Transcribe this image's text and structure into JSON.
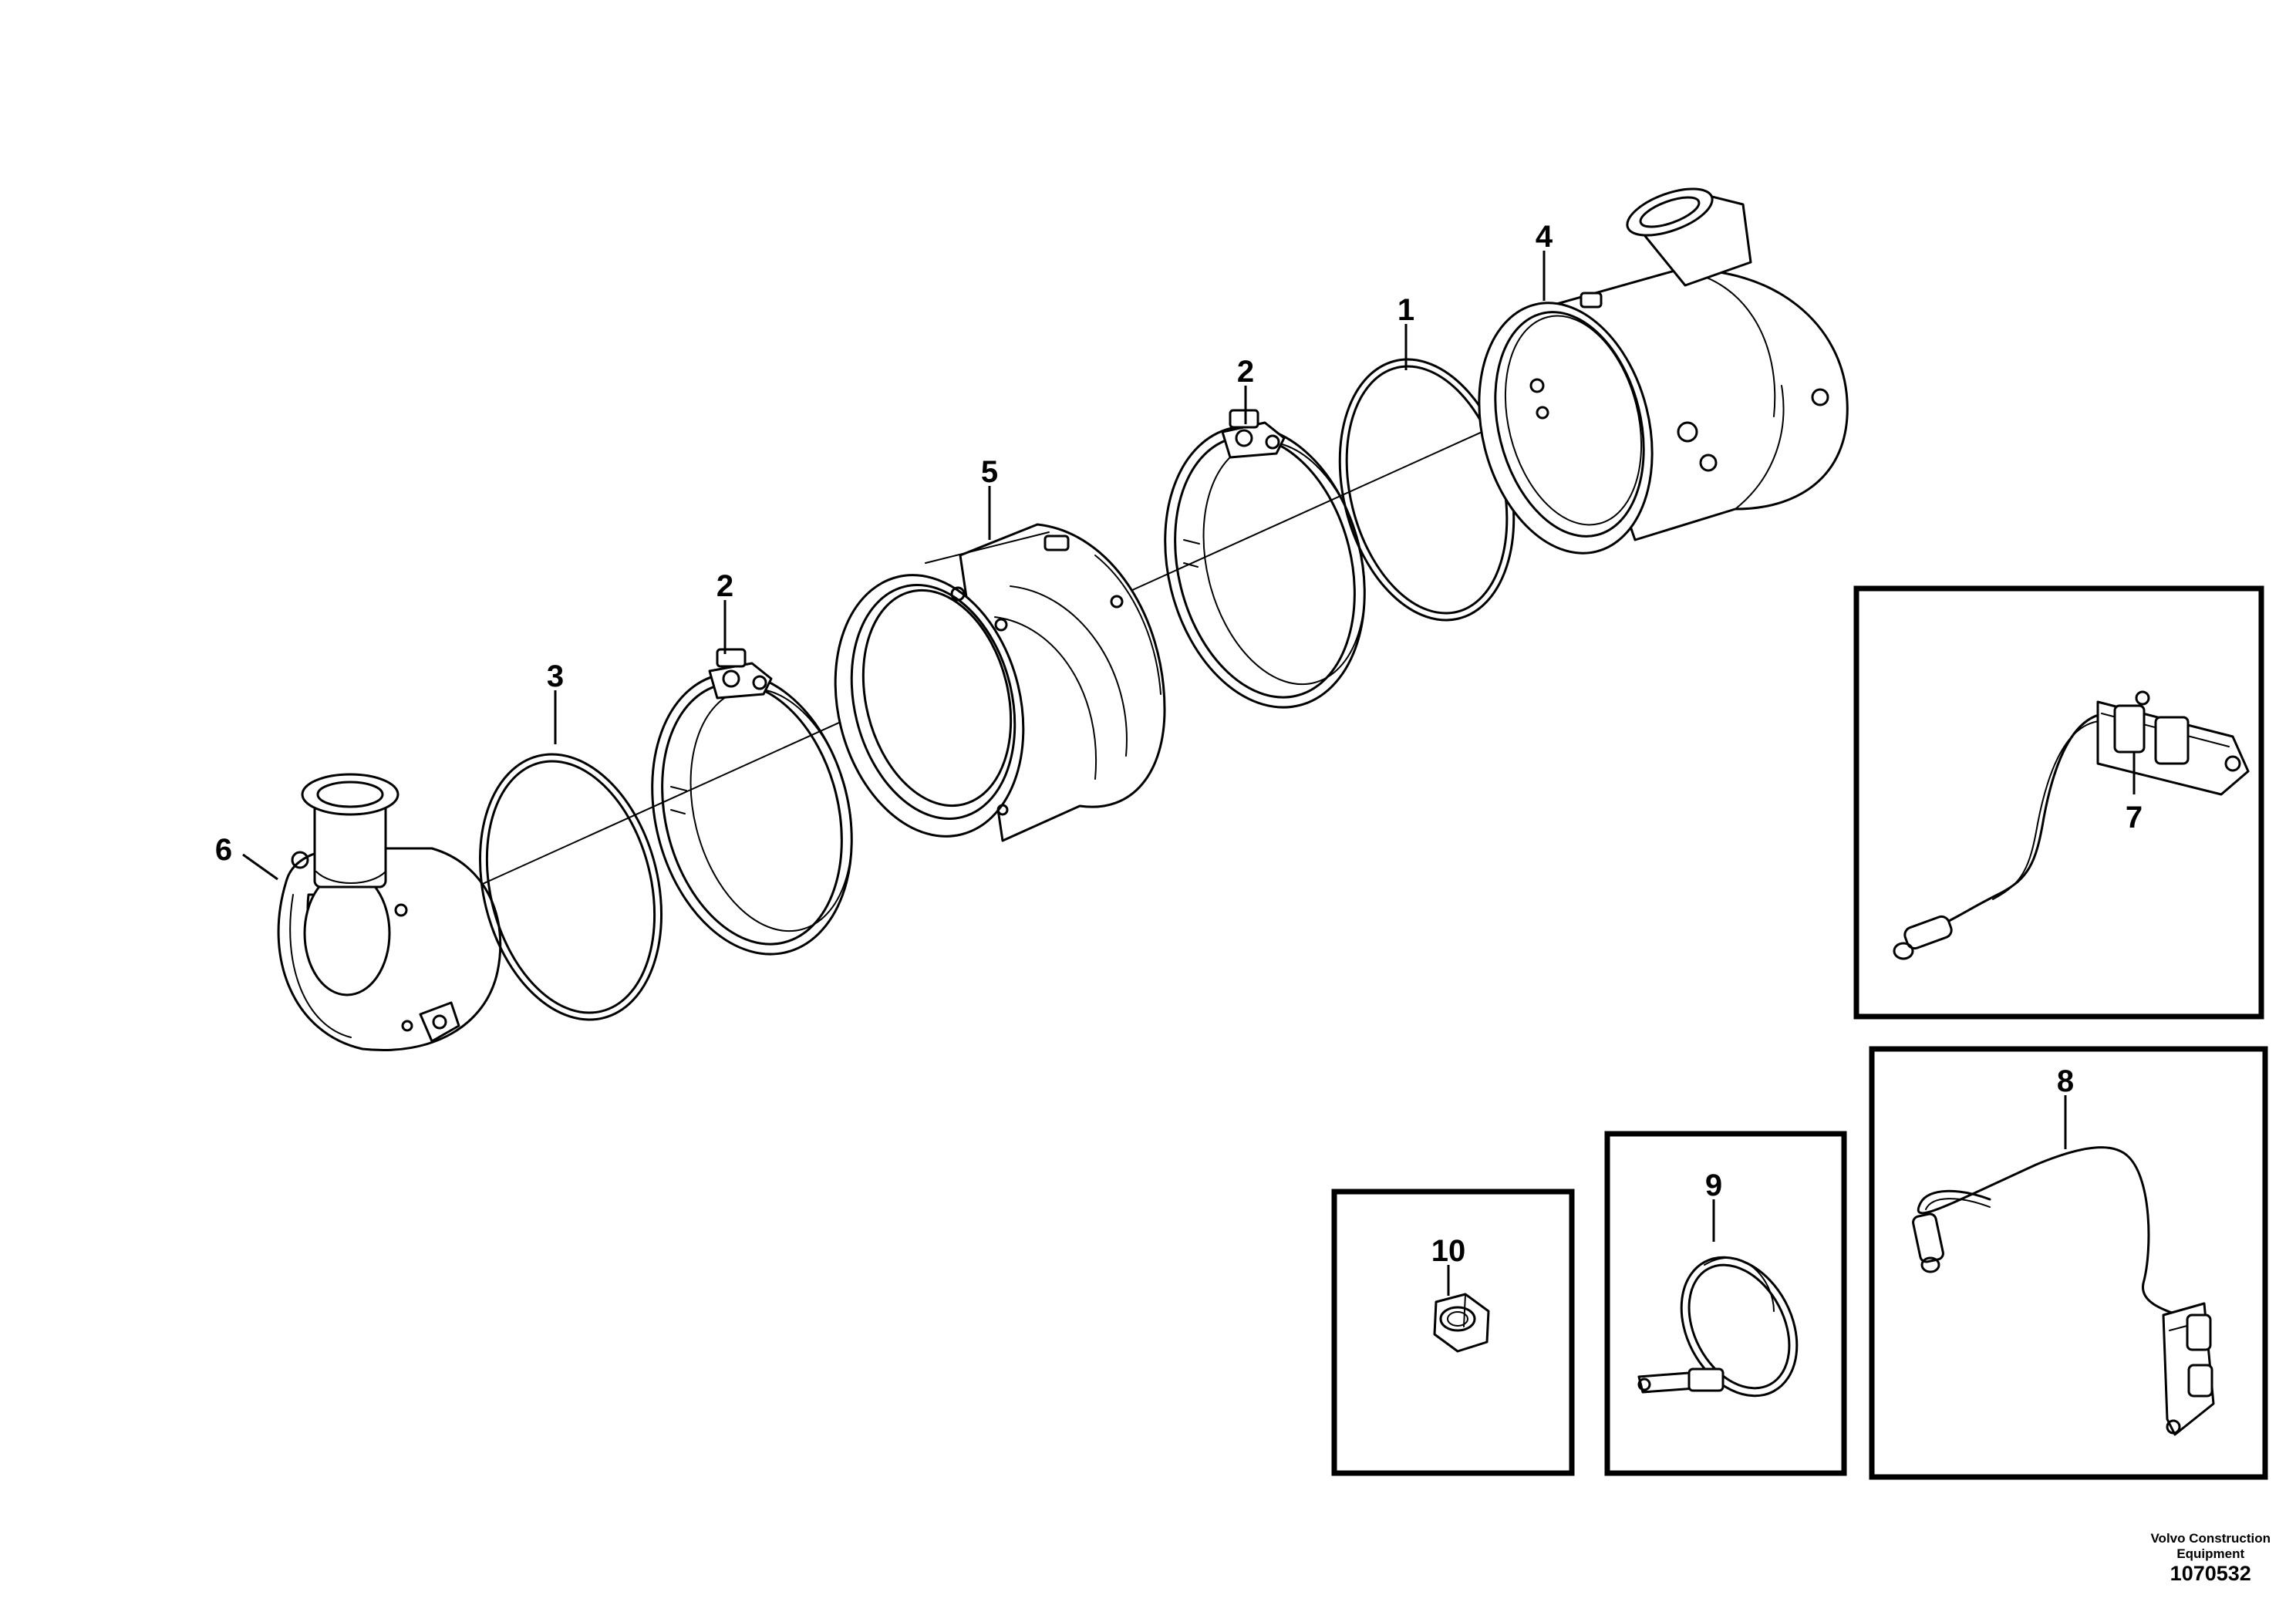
{
  "parts": [
    {
      "id": "p1",
      "label": "1"
    },
    {
      "id": "p2a",
      "label": "2"
    },
    {
      "id": "p2b",
      "label": "2"
    },
    {
      "id": "p3",
      "label": "3"
    },
    {
      "id": "p4",
      "label": "4"
    },
    {
      "id": "p5",
      "label": "5"
    },
    {
      "id": "p6",
      "label": "6"
    },
    {
      "id": "p7",
      "label": "7"
    },
    {
      "id": "p8",
      "label": "8"
    },
    {
      "id": "p9",
      "label": "9"
    },
    {
      "id": "p10",
      "label": "10"
    }
  ],
  "credit": {
    "line1": "Volvo Construction",
    "line2": "Equipment",
    "drawing_number": "1070532"
  }
}
